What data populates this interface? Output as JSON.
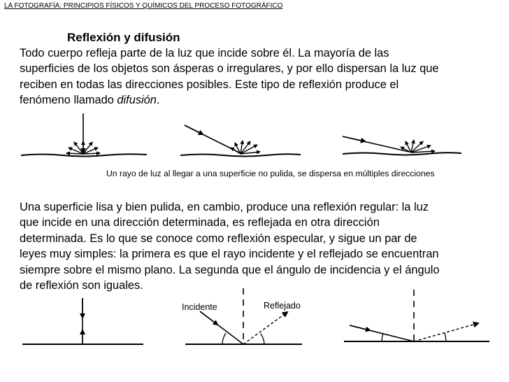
{
  "header": "LA FOTOGRAFÍA: PRINCIPIOS FÍSICOS Y QUÍMICOS DEL PROCESO FOTOGRÁFICO",
  "section_title": "Reflexión y difusión",
  "paragraph1": {
    "lines": [
      "Todo cuerpo refleja parte de la luz que incide sobre él. La mayoría de las",
      "superficies de los objetos son ásperas o irregulares, y por ello dispersan la luz que",
      "reciben en todas las direcciones posibles. Este tipo de reflexión produce el"
    ],
    "last_line_prefix": "fenómeno llamado ",
    "last_line_emphasis": "difusión",
    "last_line_suffix": "."
  },
  "caption_diffusion": "Un rayo de luz al llegar a una superficie no pulida, se dispersa en múltiples direcciones",
  "paragraph2": {
    "lines": [
      "Una superficie lisa y bien pulida, en cambio, produce una reflexión regular: la luz",
      "que incide en una dirección determinada, es reflejada en otra dirección",
      "determinada. Es lo que se conoce como reflexión especular, y sigue un par de",
      "leyes muy simples: la primera es que el rayo incidente y el reflejado se encuentran",
      "siempre sobre el mismo plano. La segunda que el ángulo de incidencia y el ángulo",
      "de reflexión son iguales."
    ]
  },
  "diagram_labels": {
    "incident": "Incidente",
    "reflected": "Reflejado"
  }
}
